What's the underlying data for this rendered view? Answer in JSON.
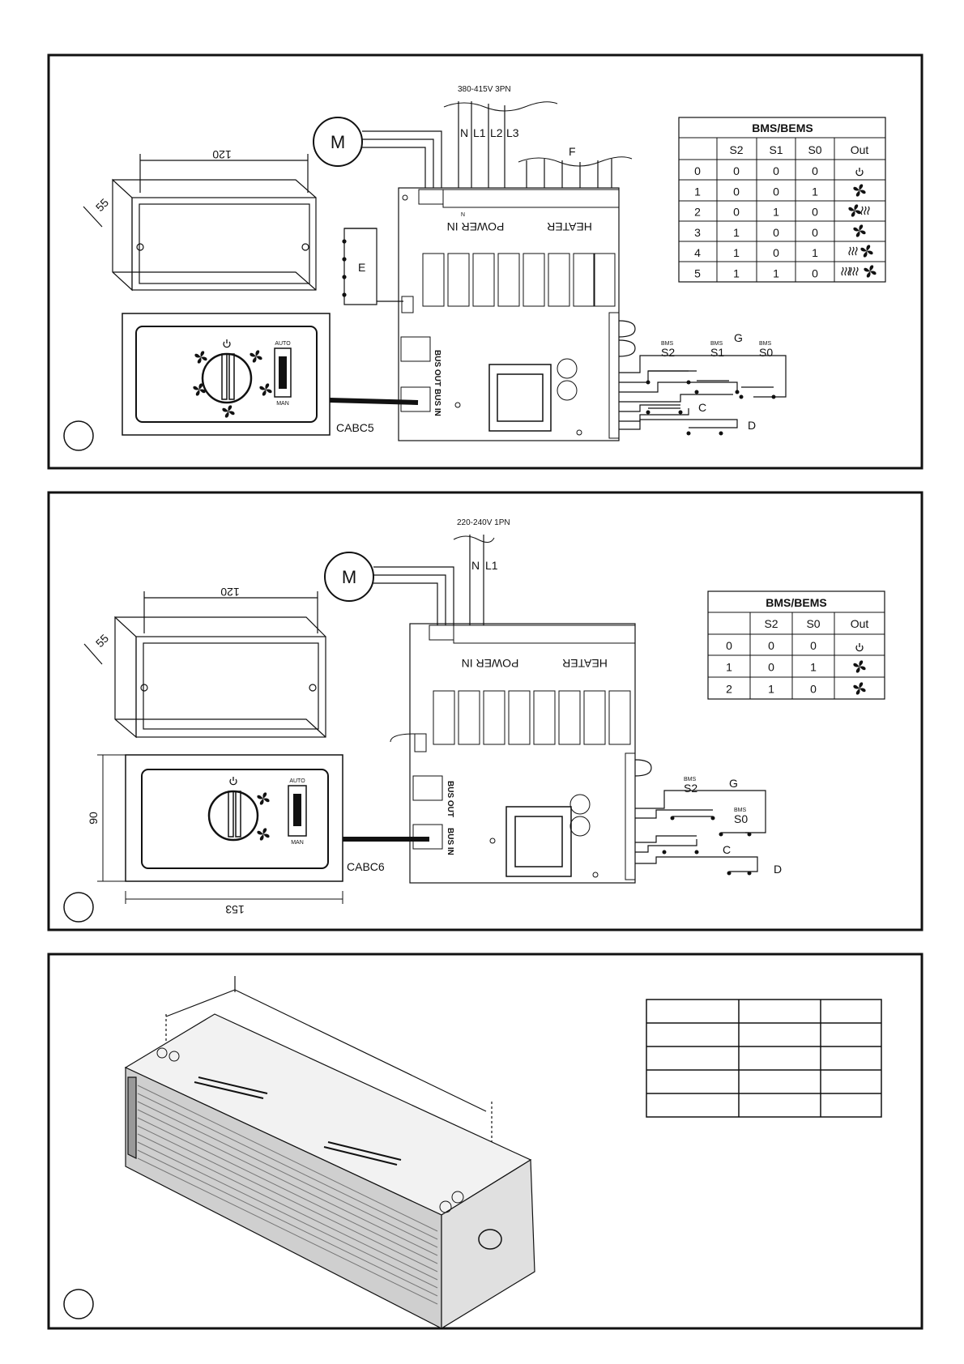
{
  "panel1": {
    "supply": "380-415V 3PN",
    "motor": "M",
    "lines": [
      "N",
      "L1",
      "L2",
      "L3"
    ],
    "heater_label": "F",
    "box_width": "120",
    "box_depth": "55",
    "switch_label": "E",
    "controller": "CABC5",
    "auto": "AUTO",
    "man": "MAN",
    "power_in": "POWER IN",
    "heater": "HEATER",
    "bus_out": "BUS OUT",
    "bus_in": "BUS IN",
    "g": "G",
    "c": "C",
    "d": "D",
    "contacts": [
      {
        "small": "BMS",
        "name": "S2"
      },
      {
        "small": "BMS",
        "name": "S1"
      },
      {
        "small": "BMS",
        "name": "S0"
      }
    ],
    "terminal_labels": [
      "N",
      "L1",
      "L2",
      "L3"
    ],
    "bms_table": {
      "title": "BMS/BEMS",
      "headers": [
        "",
        "S2",
        "S1",
        "S0",
        "Out"
      ],
      "rows": [
        [
          "0",
          "0",
          "0",
          "0"
        ],
        [
          "1",
          "0",
          "0",
          "1"
        ],
        [
          "2",
          "0",
          "1",
          "0"
        ],
        [
          "3",
          "1",
          "0",
          "0"
        ],
        [
          "4",
          "1",
          "0",
          "1"
        ],
        [
          "5",
          "1",
          "1",
          "0"
        ]
      ],
      "out_icons": [
        "power-icon",
        "fan-small-icon",
        "fan-heat-icon",
        "fan-large-icon",
        "heat-fan-icon",
        "heat-high-fan-icon"
      ]
    }
  },
  "panel2": {
    "supply": "220-240V 1PN",
    "motor": "M",
    "lines": [
      "N",
      "L1"
    ],
    "box_width": "120",
    "box_depth": "55",
    "box_height": "90",
    "box_bottom": "153",
    "controller": "CABC6",
    "auto": "AUTO",
    "man": "MAN",
    "power_in": "POWER IN",
    "heater": "HEATER",
    "bus_out": "BUS OUT",
    "bus_in": "BUS IN",
    "g": "G",
    "c": "C",
    "d": "D",
    "contacts": [
      {
        "small": "BMS",
        "name": "S2"
      },
      {
        "small": "BMS",
        "name": "S0"
      }
    ],
    "bms_table": {
      "title": "BMS/BEMS",
      "headers": [
        "",
        "S2",
        "S0",
        "Out"
      ],
      "rows": [
        [
          "0",
          "0",
          "0"
        ],
        [
          "1",
          "0",
          "1"
        ],
        [
          "2",
          "1",
          "0"
        ]
      ],
      "out_icons": [
        "power-icon",
        "fan-small-icon",
        "fan-large-icon"
      ]
    }
  },
  "panel3": {
    "empty_table_rows": 5,
    "empty_table_cols": 3
  }
}
